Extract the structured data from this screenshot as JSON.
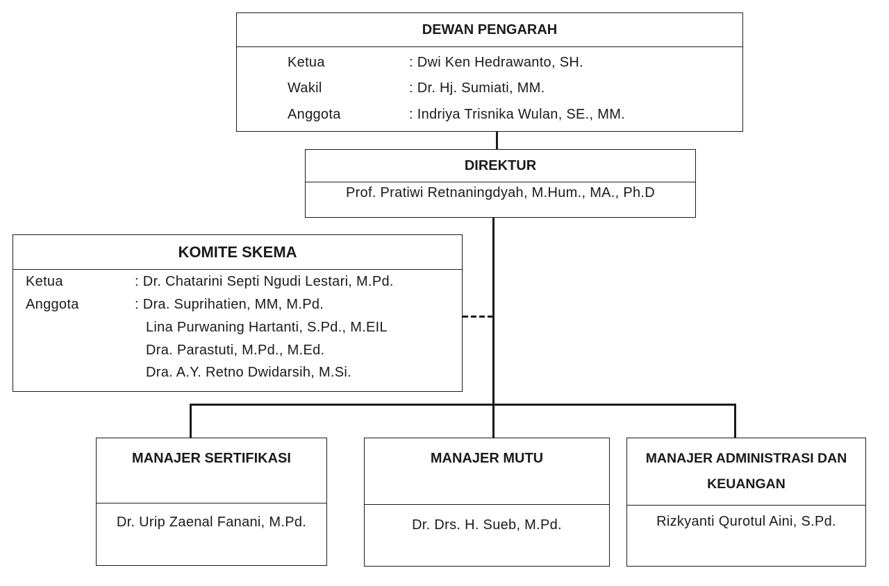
{
  "dewan": {
    "title": "DEWAN PENGARAH",
    "rows": [
      {
        "role": "Ketua",
        "name": ": Dwi Ken Hedrawanto, SH."
      },
      {
        "role": "Wakil",
        "name": ": Dr. Hj. Sumiati, MM."
      },
      {
        "role": "Anggota",
        "name": ": Indriya Trisnika Wulan, SE., MM."
      }
    ]
  },
  "direktur": {
    "title": "DIREKTUR",
    "name": "Prof. Pratiwi Retnaningdyah, M.Hum., MA., Ph.D"
  },
  "komite": {
    "title": "KOMITE SKEMA",
    "rows": [
      {
        "role": "Ketua",
        "name": ": Dr. Chatarini Septi Ngudi Lestari, M.Pd."
      },
      {
        "role": "Anggota",
        "name": ": Dra. Suprihatien, MM, M.Pd."
      },
      {
        "role": "",
        "name": "Lina Purwaning Hartanti, S.Pd., M.EIL"
      },
      {
        "role": "",
        "name": "Dra. Parastuti, M.Pd., M.Ed."
      },
      {
        "role": "",
        "name": "Dra. A.Y. Retno Dwidarsih, M.Si."
      }
    ]
  },
  "managers": [
    {
      "title": "MANAJER SERTIFIKASI",
      "name": "Dr. Urip Zaenal Fanani, M.Pd."
    },
    {
      "title": "MANAJER MUTU",
      "name": "Dr. Drs. H. Sueb, M.Pd."
    },
    {
      "title": "MANAJER ADMINISTRASI DAN KEUANGAN",
      "name": "Rizkyanti Qurotul Aini, S.Pd."
    }
  ]
}
